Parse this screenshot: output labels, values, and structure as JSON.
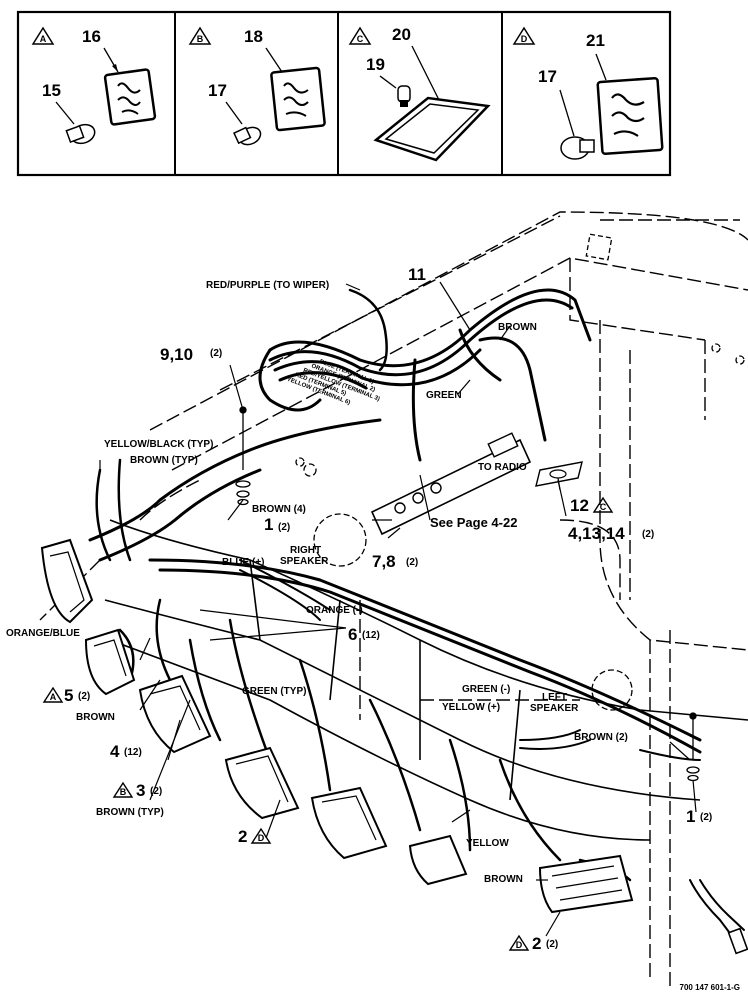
{
  "callouts": {
    "A": {
      "letter": "A",
      "items": [
        "16",
        "15"
      ]
    },
    "B": {
      "letter": "B",
      "items": [
        "18",
        "17"
      ]
    },
    "C": {
      "letter": "C",
      "items": [
        "20",
        "19"
      ]
    },
    "D": {
      "letter": "D",
      "items": [
        "21",
        "17"
      ]
    }
  },
  "parts": {
    "p11": "11",
    "p9_10": "9,10",
    "p9_10_qty": "(2)",
    "p1_top": "1",
    "p1_top_qty": "(2)",
    "p7_8": "7,8",
    "p7_8_qty": "(2)",
    "p12": "12",
    "p12_ref": "C",
    "p4_13_14": "4,13,14",
    "p4_13_14_qty": "(2)",
    "p6": "6",
    "p6_qty": "(12)",
    "p5": "5",
    "p5_ref": "A",
    "p5_qty": "(2)",
    "p4": "4",
    "p4_qty": "(12)",
    "p3": "3",
    "p3_ref": "B",
    "p3_qty": "(2)",
    "p2a": "2",
    "p2a_ref": "D",
    "p2b": "2",
    "p2b_ref": "D",
    "p2b_qty": "(2)",
    "p1_right": "1",
    "p1_right_qty": "(2)"
  },
  "wires": {
    "red_purple": "RED/PURPLE (TO WIPER)",
    "brown_top": "BROWN",
    "green_top": "GREEN",
    "yellow_black": "YELLOW/BLACK (TYP)",
    "brown_typ_top": "BROWN (TYP)",
    "brown_4": "BROWN (4)",
    "to_radio": "TO RADIO",
    "see_page": "See Page 4-22",
    "blue_plus": "BLUE (+)",
    "right_speaker_1": "RIGHT",
    "right_speaker_2": "SPEAKER",
    "orange_minus": "ORANGE (-)",
    "orange_blue": "ORANGE/BLUE",
    "brown_left": "BROWN",
    "green_typ": "GREEN (TYP)",
    "brown_typ_bottom": "BROWN (TYP)",
    "green_minus": "GREEN (-)",
    "yellow_plus": "YELLOW (+)",
    "left_speaker_1": "LEFT",
    "left_speaker_2": "SPEAKER",
    "brown_2": "BROWN (2)",
    "yellow_bottom": "YELLOW",
    "brown_bottom": "BROWN"
  },
  "radio_terminals": [
    "BLUE (TERMINAL 1)",
    "ORANGE (TERMINAL 2)",
    "RED/YELLOW (TERMINAL 3)",
    "RED (TERMINAL 5)",
    "YELLOW (TERMINAL 6)"
  ],
  "figure_code": "700 147 601-1-G"
}
